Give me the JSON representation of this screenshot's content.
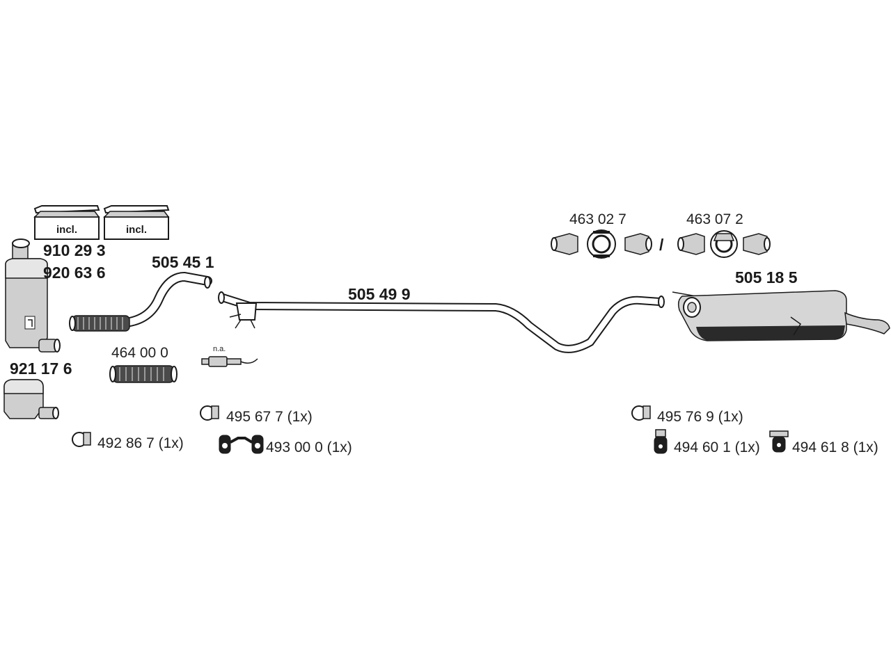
{
  "colors": {
    "line": "#1a1a1a",
    "fill_light": "#cfcfcf",
    "fill_dark": "#1e1e1e",
    "background": "#ffffff"
  },
  "kits": {
    "label_1": "incl.",
    "label_2": "incl."
  },
  "parts": {
    "catalyst_a": "910 29 3",
    "catalyst_b": "920 63 6",
    "front_pipe": "505 45 1",
    "mid_pipe": "505 49 9",
    "rear_silencer": "505 18 5",
    "dpf": "921 17 6",
    "flex_pipe": "464 00 0",
    "sensor_note": "n.a.",
    "connector_a": "463 02 7",
    "connector_b": "463 07 2",
    "separator": "/"
  },
  "accessories": {
    "clamp_front": "492 86 7 (1x)",
    "clamp_mid": "495 67 7 (1x)",
    "mount_front": "493 00 0 (1x)",
    "clamp_rear": "495 76 9 (1x)",
    "mount_rear_a": "494 60 1 (1x)",
    "mount_rear_b": "494 61 8 (1x)"
  },
  "icons": [
    "kit-box-icon",
    "catalyst-icon",
    "dpf-icon",
    "pipe-icon",
    "flex-pipe-icon",
    "lambda-sensor-icon",
    "clamp-icon",
    "rubber-mount-icon",
    "pipe-connector-icon",
    "silencer-icon"
  ]
}
